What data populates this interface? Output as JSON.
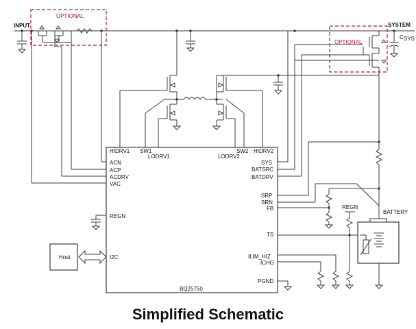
{
  "caption": "Simplified Schematic",
  "labels": {
    "input": "INPUT",
    "system": "SYSTEM",
    "csys": "C",
    "csys_sub": "SYS",
    "optional_left": "OPTIONAL",
    "optional_right": "OPTIONAL",
    "battery": "BATTERY",
    "regn_ext": "REGN",
    "host": "Host",
    "chip": "BQ25750"
  },
  "pins_left": [
    "HIDRV1",
    "SW1",
    "LODRV1",
    "ACN",
    "ACP",
    "ACDRV",
    "VAC",
    "REGN",
    "I2C"
  ],
  "pins_right": [
    "HIDRV2",
    "SW2",
    "LODRV2",
    "SYS",
    "BATSRC",
    "BATDRV",
    "SRP",
    "SRN",
    "FB",
    "TS",
    "ILIM_HIZ",
    "ICHG",
    "PGND"
  ],
  "colors": {
    "wire": "#3a3a3a",
    "optional": "#c8102e",
    "text": "#111111"
  }
}
